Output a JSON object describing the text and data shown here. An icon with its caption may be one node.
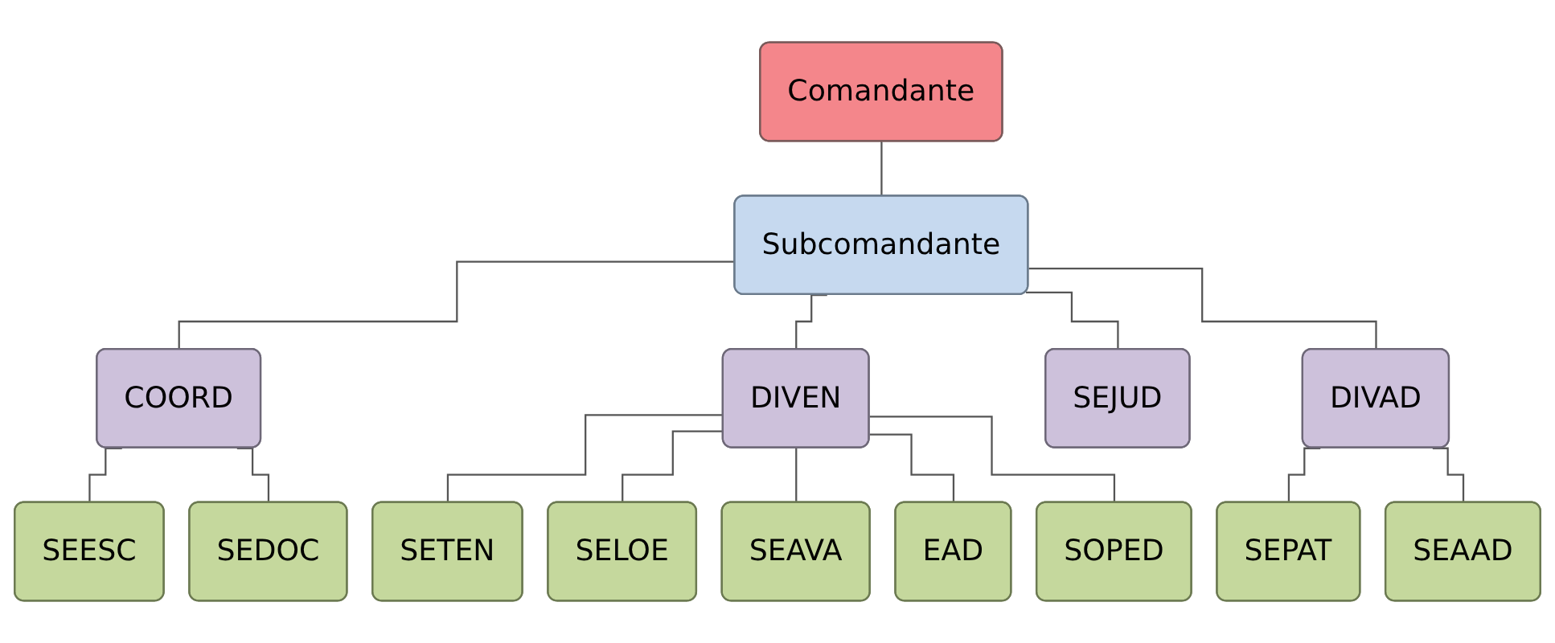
{
  "diagram": {
    "nodes": [
      {
        "text": [
          "Comandante"
        ]
      },
      {
        "text": [
          "Subcomandante"
        ]
      },
      {
        "text": [
          "COORD"
        ]
      },
      {
        "text": [
          "DIVEN"
        ]
      },
      {
        "text": [
          "SEJUD"
        ]
      },
      {
        "text": [
          "DIVAD"
        ]
      },
      {
        "text": [
          "SEESC"
        ]
      },
      {
        "text": [
          "SEDOC"
        ]
      },
      {
        "text": [
          "SETEN"
        ]
      },
      {
        "text": [
          "SELOE"
        ]
      },
      {
        "text": [
          "SEAVA"
        ]
      },
      {
        "text": [
          "EAD"
        ]
      },
      {
        "text": [
          "SOPED"
        ]
      },
      {
        "text": [
          "SEPAT"
        ]
      },
      {
        "text": [
          "SEAAD"
        ]
      }
    ],
    "edges": [
      {
        "from": 0,
        "to": 1,
        "arrow": "none"
      },
      {
        "from": 1,
        "to": 2,
        "arrow": "none"
      },
      {
        "from": 1,
        "to": 3,
        "arrow": "none"
      },
      {
        "from": 1,
        "to": 4,
        "arrow": "none"
      },
      {
        "from": 1,
        "to": 5,
        "arrow": "none"
      },
      {
        "from": 2,
        "to": 6,
        "arrow": "none"
      },
      {
        "from": 2,
        "to": 7,
        "arrow": "none"
      },
      {
        "from": 3,
        "to": 8,
        "arrow": "none"
      },
      {
        "from": 3,
        "to": 9,
        "arrow": "none"
      },
      {
        "from": 3,
        "to": 10,
        "arrow": "none"
      },
      {
        "from": 3,
        "to": 11,
        "arrow": "none"
      },
      {
        "from": 3,
        "to": 12,
        "arrow": "none"
      },
      {
        "from": 5,
        "to": 13,
        "arrow": "none"
      },
      {
        "from": 5,
        "to": 14,
        "arrow": "none"
      }
    ]
  }
}
